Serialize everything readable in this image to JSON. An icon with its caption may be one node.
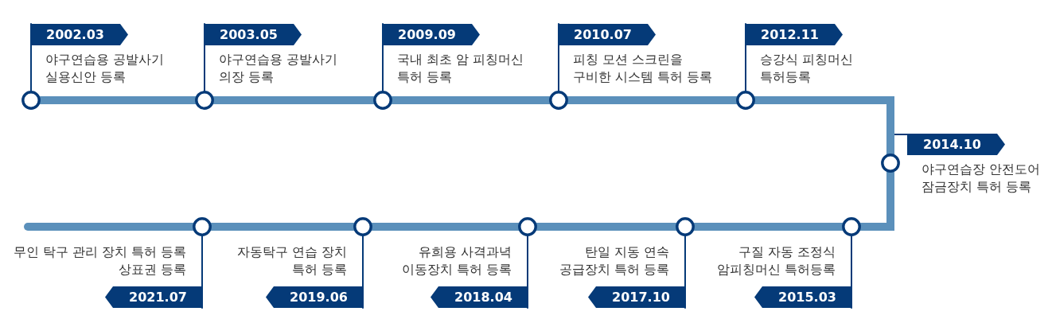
{
  "diagram": {
    "nodes": [
      {
        "text": [
          "2002.03",
          "야구연습용 공발사기 실용신안 등록"
        ]
      },
      {
        "text": [],
        "shape": "circle"
      },
      {
        "text": [
          "2003.05",
          "야구연습용 공발사기 의장 등록"
        ]
      },
      {
        "text": [],
        "shape": "circle"
      },
      {
        "text": [
          "2009.09",
          "국내 최초 암 피칭머신 특허 등록"
        ]
      },
      {
        "text": [],
        "shape": "circle"
      },
      {
        "text": [
          "2010.07",
          "피칭 모션 스크린을 구비한 시스템 특허 등록"
        ]
      },
      {
        "text": [],
        "shape": "circle"
      },
      {
        "text": [
          "2012.11",
          "승강식 피칭머신 특허등록"
        ]
      },
      {
        "text": [],
        "shape": "circle"
      },
      {
        "text": [
          "2014.10",
          "야구연습장 안전도어 잠금장치 특허 등록"
        ]
      },
      {
        "text": [],
        "shape": "circle"
      },
      {
        "text": [
          "구질 자동 조정식 암피칭머신 특허등록",
          "2015.03"
        ]
      },
      {
        "text": [],
        "shape": "circle"
      },
      {
        "text": [
          "탄일 지동 연속 공급장치 특허 등록",
          "2017.10"
        ]
      },
      {
        "text": [],
        "shape": "circle"
      },
      {
        "text": [
          "유희용 사격과녁 이동장치 특허 등록",
          "2018.04"
        ]
      },
      {
        "text": [],
        "shape": "circle"
      },
      {
        "text": [
          "자동탁구 연습 장치 특허 등록",
          "2019.06"
        ]
      },
      {
        "text": [],
        "shape": "circle"
      },
      {
        "text": [
          "무인 탁구 관리 장치 특허 등록 상표권 등록",
          "2021.07"
        ]
      },
      {
        "text": [],
        "shape": "circle"
      }
    ],
    "edges": [
      {
        "from": 0,
        "to": 1,
        "arrow": "none"
      },
      {
        "from": 2,
        "to": 3,
        "arrow": "none"
      },
      {
        "from": 4,
        "to": 5,
        "arrow": "none"
      },
      {
        "from": 6,
        "to": 7,
        "arrow": "none"
      },
      {
        "from": 8,
        "to": 9,
        "arrow": "none"
      },
      {
        "from": null,
        "to": 10,
        "arrow": "none"
      },
      {
        "from": 12,
        "to": 13,
        "arrow": "none"
      },
      {
        "from": 14,
        "to": 15,
        "arrow": "none"
      },
      {
        "from": 16,
        "to": 17,
        "arrow": "none"
      },
      {
        "from": 18,
        "to": 19,
        "arrow": "none"
      },
      {
        "from": 20,
        "to": 21,
        "arrow": "none"
      },
      {
        "from": 1,
        "to": 3,
        "arrow": "none",
        "style": "thick",
        "color": "#5b90bb"
      },
      {
        "from": 3,
        "to": 5,
        "arrow": "none",
        "style": "thick",
        "color": "#5b90bb"
      },
      {
        "from": 5,
        "to": 7,
        "arrow": "none",
        "style": "thick",
        "color": "#5b90bb"
      },
      {
        "from": 7,
        "to": 9,
        "arrow": "none",
        "style": "thick",
        "color": "#5b90bb"
      },
      {
        "from": 9,
        "to": 11,
        "arrow": "none",
        "style": "thick",
        "color": "#5b90bb"
      },
      {
        "from": 11,
        "to": 13,
        "arrow": "none",
        "style": "thick",
        "color": "#5b90bb"
      },
      {
        "from": 13,
        "to": 15,
        "arrow": "none",
        "style": "thick",
        "color": "#5b90bb"
      },
      {
        "from": 15,
        "to": 17,
        "arrow": "none",
        "style": "thick",
        "color": "#5b90bb"
      },
      {
        "from": 17,
        "to": 19,
        "arrow": "none",
        "style": "thick",
        "color": "#5b90bb"
      },
      {
        "from": 19,
        "to": 21,
        "arrow": "none",
        "style": "thick",
        "color": "#5b90bb"
      },
      {
        "from": 21,
        "to": null,
        "arrow": "none",
        "style": "thick",
        "color": "#5b90bb"
      }
    ]
  }
}
